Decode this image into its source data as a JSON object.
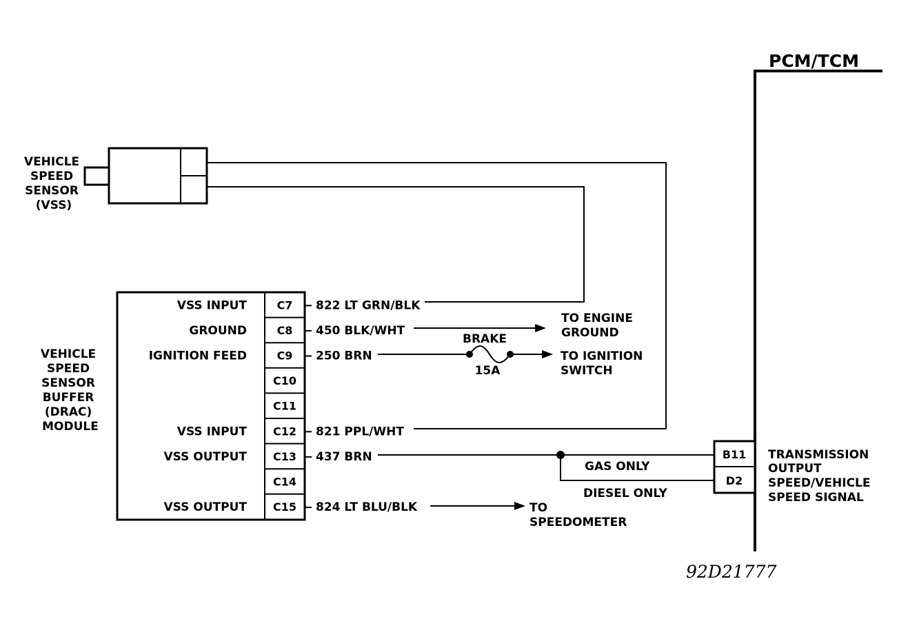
{
  "pcm": {
    "title": "PCM/TCM"
  },
  "vss": {
    "label_lines": [
      "VEHICLE",
      "SPEED",
      "SENSOR",
      "(VSS)"
    ]
  },
  "buffer": {
    "label_lines": [
      "VEHICLE",
      "SPEED",
      "SENSOR",
      "BUFFER",
      "(DRAC)",
      "MODULE"
    ]
  },
  "pins": [
    {
      "id": "C7",
      "function": "VSS INPUT",
      "wire": "822 LT GRN/BLK"
    },
    {
      "id": "C8",
      "function": "GROUND",
      "wire": "450 BLK/WHT"
    },
    {
      "id": "C9",
      "function": "IGNITION FEED",
      "wire": "250 BRN"
    },
    {
      "id": "C10",
      "function": "",
      "wire": ""
    },
    {
      "id": "C11",
      "function": "",
      "wire": ""
    },
    {
      "id": "C12",
      "function": "VSS INPUT",
      "wire": "821 PPL/WHT"
    },
    {
      "id": "C13",
      "function": "VSS OUTPUT",
      "wire": "437 BRN"
    },
    {
      "id": "C14",
      "function": "",
      "wire": ""
    },
    {
      "id": "C15",
      "function": "VSS OUTPUT",
      "wire": "824 LT BLU/BLK"
    }
  ],
  "destinations": {
    "engine_ground": [
      "TO ENGINE",
      "GROUND"
    ],
    "ignition_switch": [
      "TO IGNITION",
      "SWITCH"
    ],
    "speedometer": [
      "TO",
      "SPEEDOMETER"
    ]
  },
  "fuse": {
    "name": "BRAKE",
    "rating": "15A"
  },
  "pcm_pins": {
    "gas": "B11",
    "diesel": "D2"
  },
  "variants": {
    "gas": "GAS ONLY",
    "diesel": "DIESEL ONLY"
  },
  "pcm_signal": {
    "label_lines": [
      "TRANSMISSION",
      "OUTPUT",
      "SPEED/VEHICLE",
      "SPEED SIGNAL"
    ]
  },
  "figure_id": "92D21777"
}
